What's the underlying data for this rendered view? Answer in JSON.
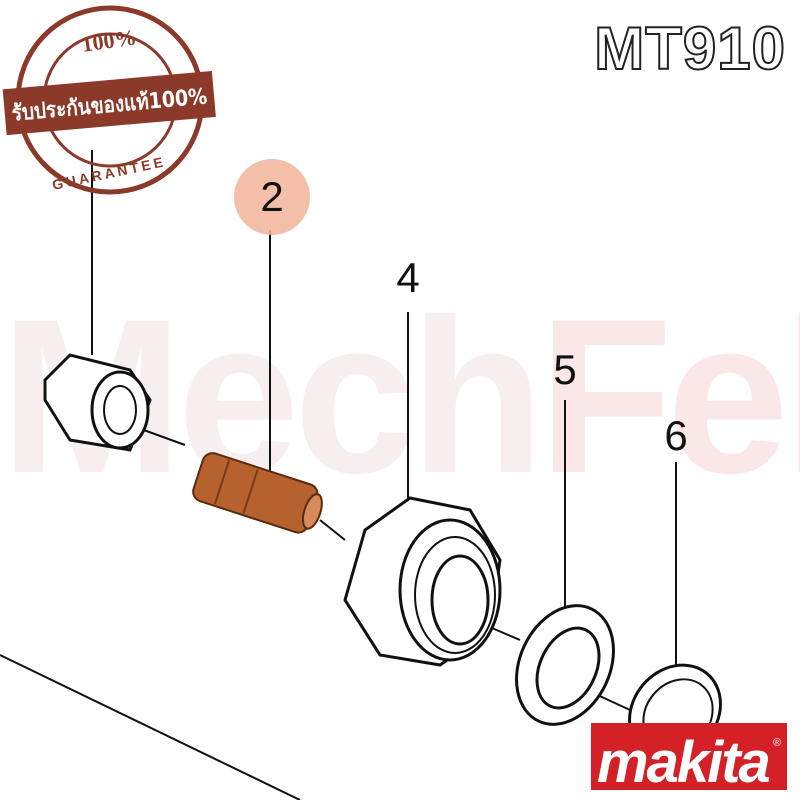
{
  "model": "MT910",
  "watermark": {
    "part1": "Mech",
    "part2": "Fellow"
  },
  "stamp": {
    "top_text": "100%",
    "band_text": "รับประกันของแท้100%",
    "bottom_text": "GUARANTEE",
    "color": "#8b3a2a"
  },
  "callouts": [
    {
      "label": "2",
      "highlighted": true,
      "highlight_color": "#f2b49a"
    },
    {
      "label": "4"
    },
    {
      "label": "5"
    },
    {
      "label": "6"
    }
  ],
  "brand": {
    "name": "makita",
    "registered": "®",
    "color": "#d42027"
  },
  "accent": {
    "collet": "#b5622f"
  }
}
